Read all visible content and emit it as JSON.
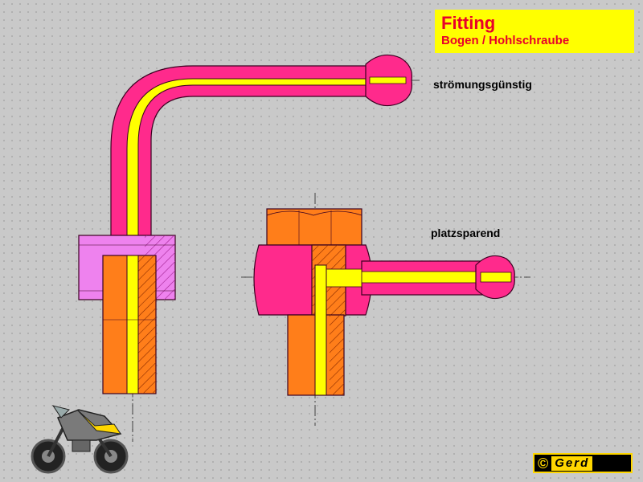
{
  "title": {
    "main": "Fitting",
    "sub": "Bogen / Hohlschraube"
  },
  "labels": {
    "streamlined": "strömungsgünstig",
    "space_saving": "platzsparend"
  },
  "copyright": {
    "symbol": "©",
    "name": "Gerd"
  },
  "colors": {
    "hose": "#ff2a8c",
    "bore": "#ffff00",
    "nut": "#ff7e1a",
    "hex": "#ee82ee",
    "title_bg": "#ffff00",
    "title_text": "#e8002a",
    "background": "#c9c9c9"
  },
  "icons": {
    "motorcycle": "motorcycle-icon"
  }
}
